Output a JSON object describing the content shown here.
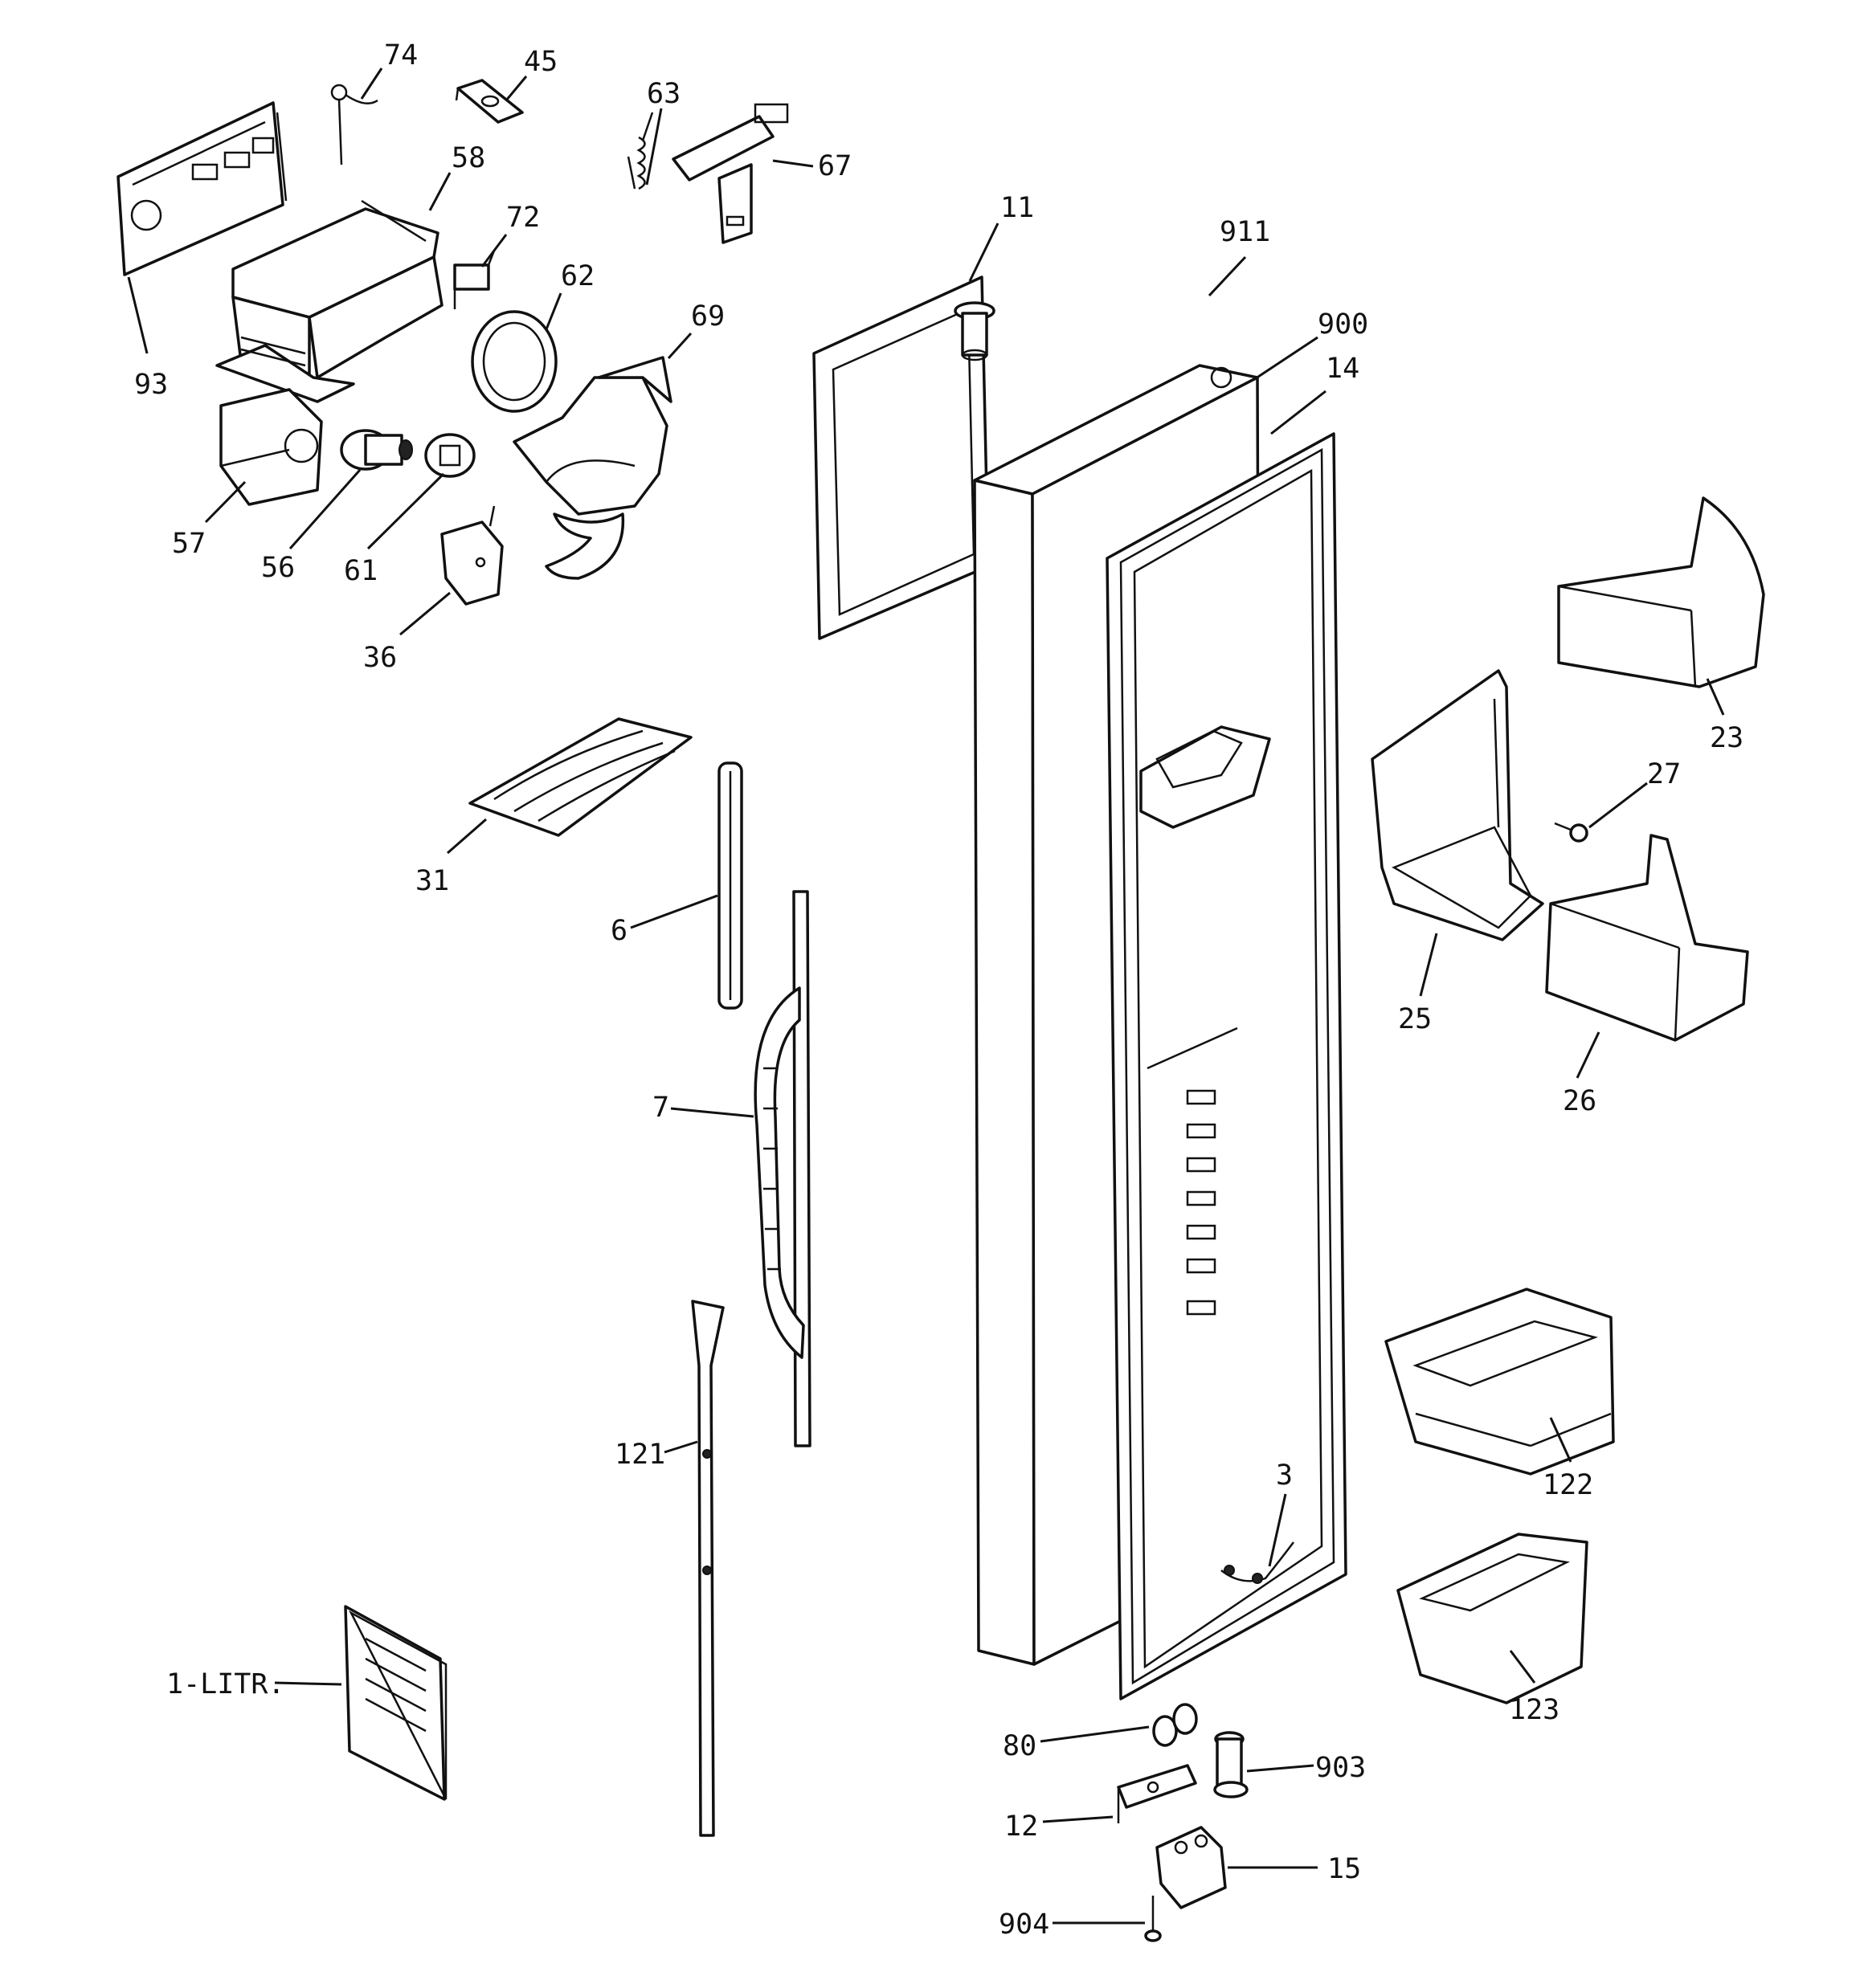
{
  "callouts": [
    {
      "id": "74",
      "label": "74"
    },
    {
      "id": "45",
      "label": "45"
    },
    {
      "id": "63",
      "label": "63"
    },
    {
      "id": "67",
      "label": "67"
    },
    {
      "id": "58",
      "label": "58"
    },
    {
      "id": "72",
      "label": "72"
    },
    {
      "id": "62",
      "label": "62"
    },
    {
      "id": "69",
      "label": "69"
    },
    {
      "id": "93",
      "label": "93"
    },
    {
      "id": "57",
      "label": "57"
    },
    {
      "id": "56",
      "label": "56"
    },
    {
      "id": "61",
      "label": "61"
    },
    {
      "id": "36",
      "label": "36"
    },
    {
      "id": "11",
      "label": "11"
    },
    {
      "id": "911",
      "label": "911"
    },
    {
      "id": "900",
      "label": "900"
    },
    {
      "id": "14",
      "label": "14"
    },
    {
      "id": "23",
      "label": "23"
    },
    {
      "id": "27",
      "label": "27"
    },
    {
      "id": "25",
      "label": "25"
    },
    {
      "id": "26",
      "label": "26"
    },
    {
      "id": "31",
      "label": "31"
    },
    {
      "id": "6",
      "label": "6"
    },
    {
      "id": "7",
      "label": "7"
    },
    {
      "id": "121",
      "label": "121"
    },
    {
      "id": "3",
      "label": "3"
    },
    {
      "id": "122",
      "label": "122"
    },
    {
      "id": "123",
      "label": "123"
    },
    {
      "id": "1-litr",
      "label": "1-LITR."
    },
    {
      "id": "80",
      "label": "80"
    },
    {
      "id": "903",
      "label": "903"
    },
    {
      "id": "12",
      "label": "12"
    },
    {
      "id": "15",
      "label": "15"
    },
    {
      "id": "904",
      "label": "904"
    }
  ]
}
